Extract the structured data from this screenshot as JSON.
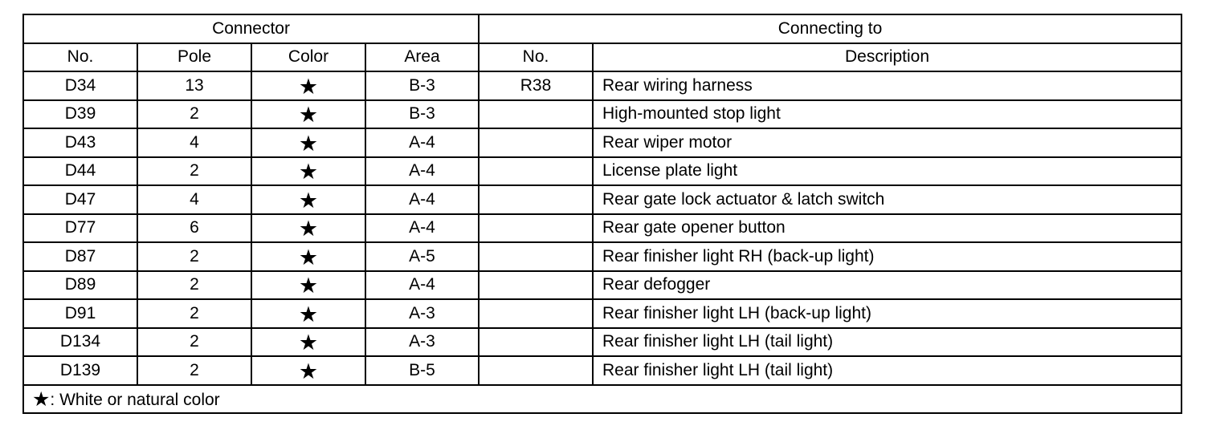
{
  "header": {
    "connector_group": "Connector",
    "connecting_group": "Connecting to",
    "columns": {
      "no": "No.",
      "pole": "Pole",
      "color": "Color",
      "area": "Area",
      "conn_no": "No.",
      "description": "Description"
    }
  },
  "rows": [
    {
      "no": "D34",
      "pole": "13",
      "color": "★",
      "area": "B-3",
      "conn_no": "R38",
      "description": "Rear wiring harness"
    },
    {
      "no": "D39",
      "pole": "2",
      "color": "★",
      "area": "B-3",
      "conn_no": "",
      "description": "High-mounted stop light"
    },
    {
      "no": "D43",
      "pole": "4",
      "color": "★",
      "area": "A-4",
      "conn_no": "",
      "description": "Rear wiper motor"
    },
    {
      "no": "D44",
      "pole": "2",
      "color": "★",
      "area": "A-4",
      "conn_no": "",
      "description": "License plate light"
    },
    {
      "no": "D47",
      "pole": "4",
      "color": "★",
      "area": "A-4",
      "conn_no": "",
      "description": "Rear gate lock actuator & latch switch"
    },
    {
      "no": "D77",
      "pole": "6",
      "color": "★",
      "area": "A-4",
      "conn_no": "",
      "description": "Rear gate opener button"
    },
    {
      "no": "D87",
      "pole": "2",
      "color": "★",
      "area": "A-5",
      "conn_no": "",
      "description": "Rear finisher light RH (back-up light)"
    },
    {
      "no": "D89",
      "pole": "2",
      "color": "★",
      "area": "A-4",
      "conn_no": "",
      "description": "Rear defogger"
    },
    {
      "no": "D91",
      "pole": "2",
      "color": "★",
      "area": "A-3",
      "conn_no": "",
      "description": "Rear finisher light LH (back-up light)"
    },
    {
      "no": "D134",
      "pole": "2",
      "color": "★",
      "area": "A-3",
      "conn_no": "",
      "description": "Rear finisher light LH (tail light)"
    },
    {
      "no": "D139",
      "pole": "2",
      "color": "★",
      "area": "B-5",
      "conn_no": "",
      "description": "Rear finisher light LH (tail light)"
    }
  ],
  "footnote": {
    "symbol": "★",
    "text": ": White or natural color"
  }
}
